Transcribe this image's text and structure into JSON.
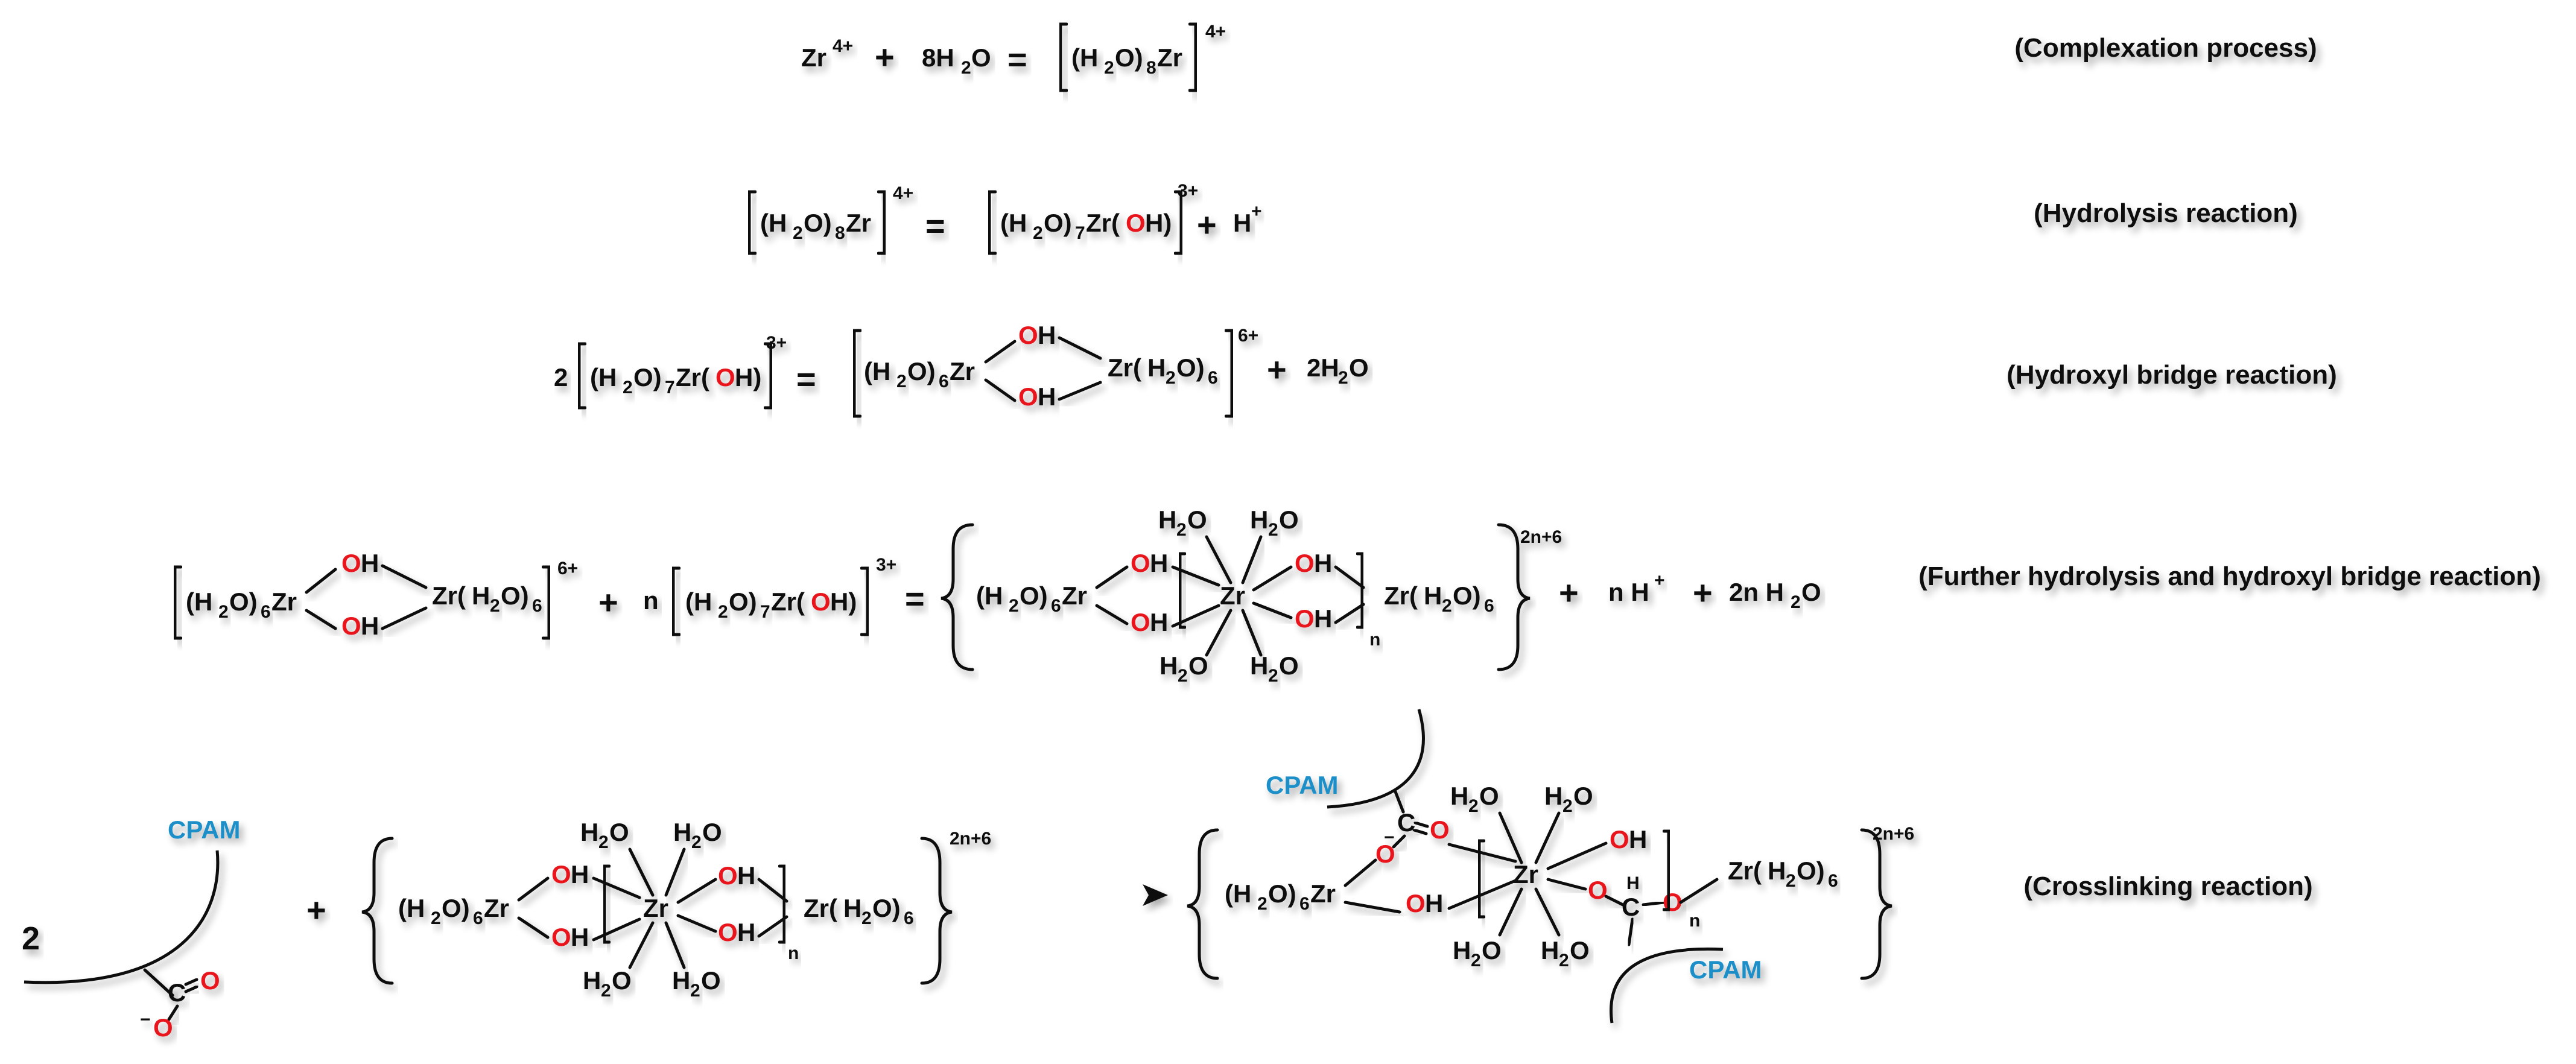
{
  "colors": {
    "oxygen": "#e8141e",
    "cpam": "#1a8fc9",
    "ink": "#111111"
  },
  "labels": {
    "complexation": "(Complexation process)",
    "hydrolysis": "(Hydrolysis reaction)",
    "bridge": "(Hydroxyl bridge reaction)",
    "further": "(Further hydrolysis and hydroxyl bridge reaction)",
    "crosslink": "(Crosslinking reaction)"
  },
  "eq1": {
    "zr": "Zr",
    "charge_ion": "4+",
    "h2o_coef": "8H",
    "sub2": "2",
    "o": "O",
    "complex": "(H",
    "complex_tail": "O)",
    "sub8": "8",
    "zr2": "Zr",
    "charge": "4+"
  },
  "eq2": {
    "left_a": "(H",
    "sub2": "2",
    "left_b": "O)",
    "sub8": "8",
    "left_c": "Zr",
    "charge_l": "4+",
    "right_a": "(H",
    "right_b": "O)",
    "sub7": "7",
    "right_c": "Zr(",
    "o": "O",
    "right_d": "H)",
    "charge_r": "3+",
    "proton": "H",
    "plus_sign": "+"
  },
  "eq3": {
    "coef": "2",
    "charge_l": "3+",
    "charge_r": "6+",
    "water": "2H",
    "o": "O",
    "h": "H"
  },
  "eq4": {
    "charge_a": "6+",
    "n": "n",
    "charge_b": "3+",
    "charge_c": "2n+6",
    "tail_proton": "n H",
    "tail_water": "2n H",
    "plus_sign": "+"
  },
  "eq5": {
    "coef": "2",
    "cpam": "CPAM",
    "charge": "2n+6",
    "n": "n"
  },
  "common": {
    "equals": "=",
    "plus": "+",
    "zr": "Zr",
    "h2o": "H",
    "sub2": "2",
    "o": "O",
    "sub6": "6",
    "sub7": "7",
    "h": "H",
    "c": "C",
    "minus": "−"
  }
}
